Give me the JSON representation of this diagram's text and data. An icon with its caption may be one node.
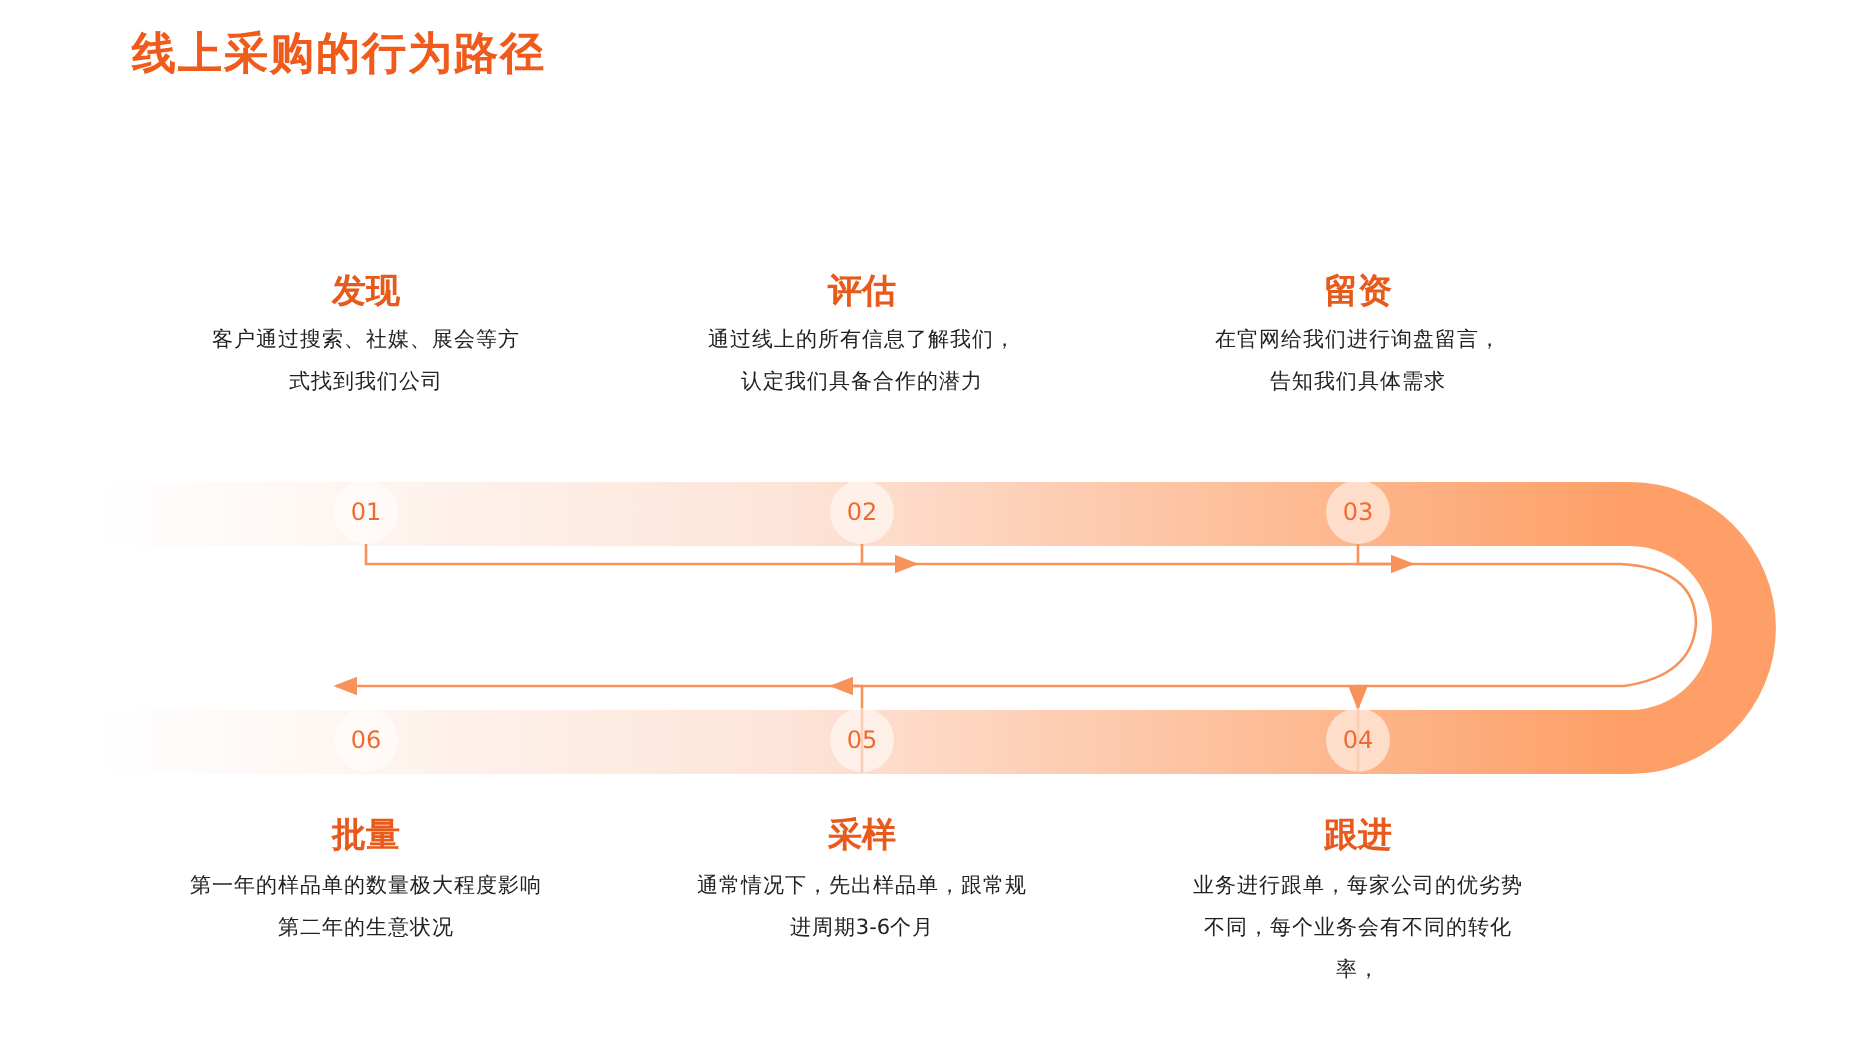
{
  "diagram": {
    "title": "线上采购的行为路径",
    "nodes": [
      {
        "text": [
          "01"
        ],
        "beside": [
          "发现",
          "客户通过搜索、社媒、展会等方式找到我们公司"
        ]
      },
      {
        "text": [
          "02"
        ],
        "beside": [
          "评估",
          "通过线上的所有信息了解我们，认定我们具备合作的潜力"
        ]
      },
      {
        "text": [
          "03"
        ],
        "beside": [
          "留资",
          "在官网给我们进行询盘留言，告知我们具体需求"
        ]
      },
      {
        "text": [
          "04"
        ],
        "beside": [
          "跟进",
          "业务进行跟单，每家公司的优劣势不同，每个业务会有不同的转化率，"
        ]
      },
      {
        "text": [
          "05"
        ],
        "beside": [
          "采样",
          "通常情况下，先出样品单，跟常规进周期3-6个月"
        ]
      },
      {
        "text": [
          "06"
        ],
        "beside": [
          "批量",
          "第一年的样品单的数量极大程度影响第二年的生意状况"
        ]
      }
    ],
    "edges": [
      {
        "from": 0,
        "to": 1,
        "arrow": "to"
      },
      {
        "from": 1,
        "to": 2,
        "arrow": "to"
      },
      {
        "from": 2,
        "to": 3,
        "arrow": "to"
      },
      {
        "from": 3,
        "to": 4,
        "arrow": "to"
      },
      {
        "from": 4,
        "to": 5,
        "arrow": "to"
      }
    ]
  }
}
